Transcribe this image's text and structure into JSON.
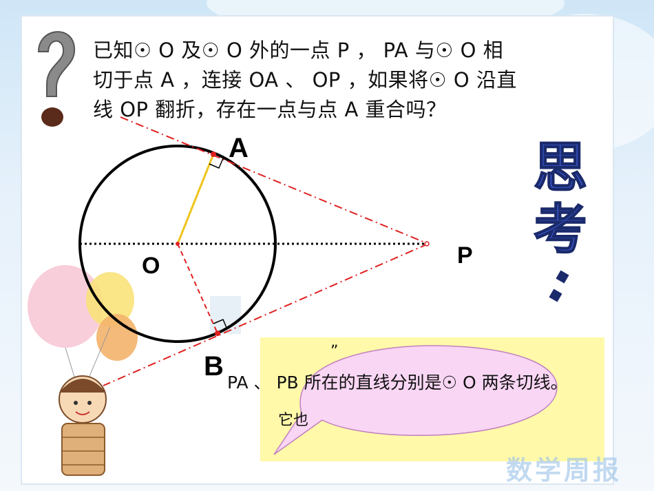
{
  "question": {
    "line1": "已知☉ O 及☉ O 外的一点 P ， PA 与☉ O 相",
    "line2": "切于点 A ，连接 OA 、 OP ，如果将☉ O 沿直",
    "line3": "线 OP 翻折，存在一点与点 A 重合吗？"
  },
  "points": {
    "A": "A",
    "B": "B",
    "O": "O",
    "P": "P"
  },
  "speech": {
    "main": "PA 、 PB 所在的直线分别是☉ O 两条切线。",
    "partial_quote": "”",
    "partial_left": "它也"
  },
  "side_title": {
    "char1": "思",
    "char2": "考",
    "colon": "："
  },
  "watermark": "数学周报",
  "colors": {
    "circle": "#000000",
    "dashed_red": "#e02020",
    "radius_yellow": "#f0c419",
    "speech_fill": "#f9d6f4",
    "speech_box": "#fff89a",
    "title_blue": "#3b5bd6"
  }
}
